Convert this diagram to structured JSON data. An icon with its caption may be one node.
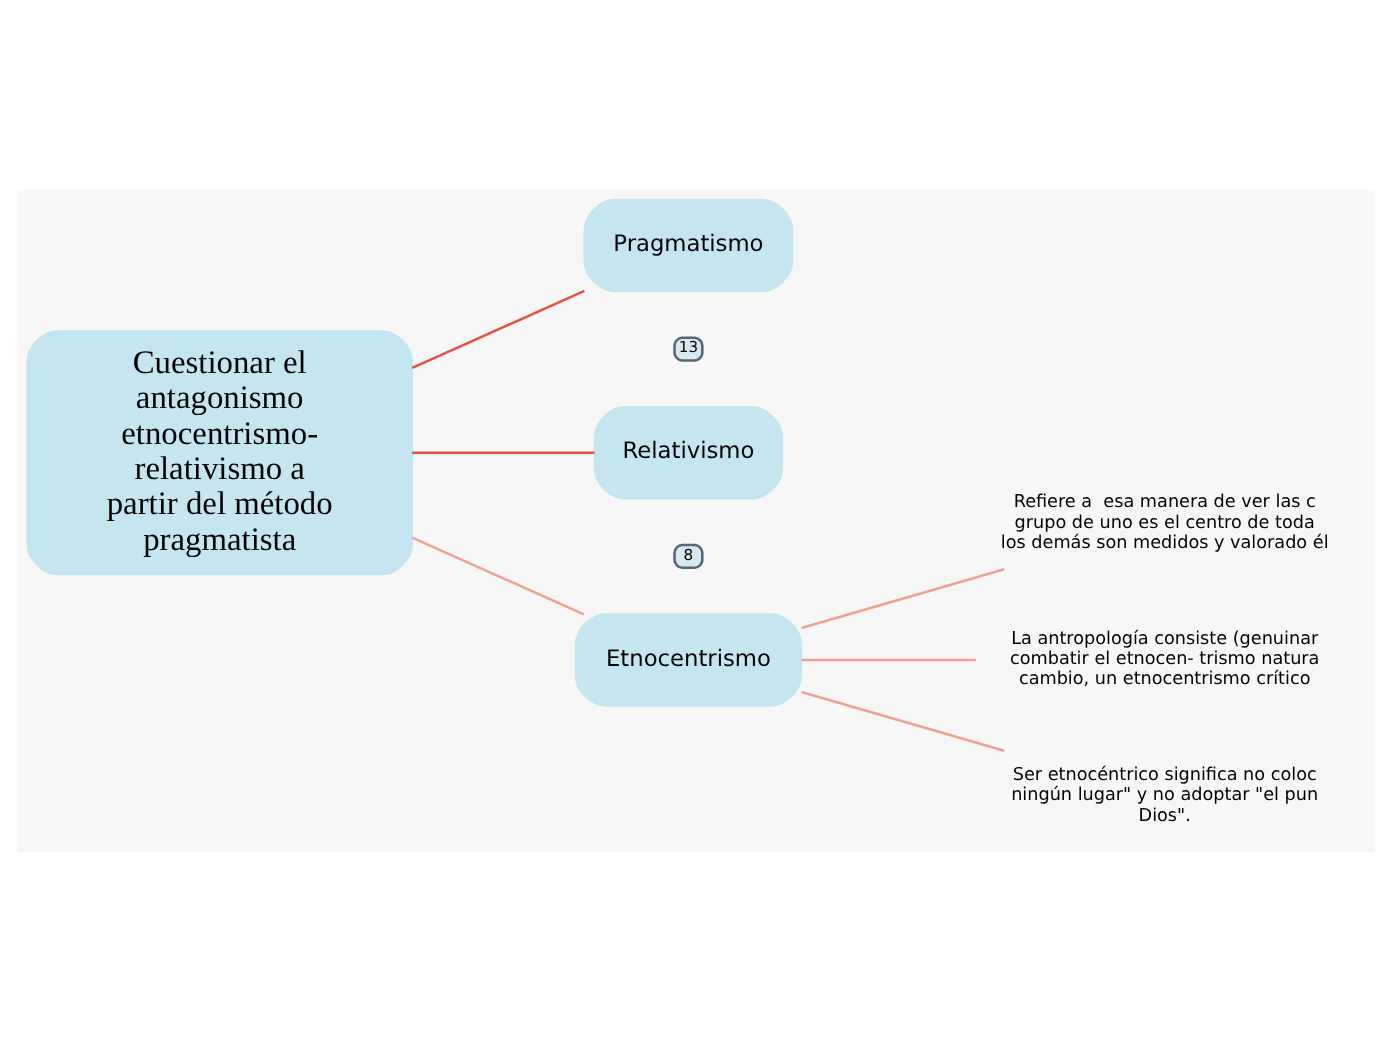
{
  "diagram": {
    "nodes": [
      {
        "text": [
          "Cuestionar el antagonismo etnocentrismo-relativismo a partir del método pragmatista"
        ]
      },
      {
        "text": [
          "Pragmatismo"
        ],
        "beside": [
          "13"
        ]
      },
      {
        "text": [
          "Relativismo"
        ],
        "beside": [
          "8"
        ]
      },
      {
        "text": [
          "Etnocentrismo"
        ]
      },
      {
        "text": [
          "Refiere a  esa manera de ver las c grupo de uno es el centro de toda los demás son medidos y valorado él"
        ]
      },
      {
        "text": [
          "La antropología consiste (genuinar combatir el etnocen- trismo natura cambio, un etnocentrismo crítico"
        ]
      },
      {
        "text": [
          "Ser etnocéntrico significa no coloc ningún lugar\" y no adoptar \"el pun Dios\"."
        ]
      }
    ],
    "edges": [
      {
        "from": 0,
        "to": 1,
        "arrow": "none",
        "color": "#e8513f"
      },
      {
        "from": 0,
        "to": 2,
        "arrow": "none",
        "color": "#e8513f"
      },
      {
        "from": 0,
        "to": 3,
        "arrow": "none"
      },
      {
        "from": 3,
        "to": 4,
        "arrow": "none"
      },
      {
        "from": 3,
        "to": 5,
        "arrow": "none"
      },
      {
        "from": 3,
        "to": 6,
        "arrow": "none"
      }
    ]
  }
}
